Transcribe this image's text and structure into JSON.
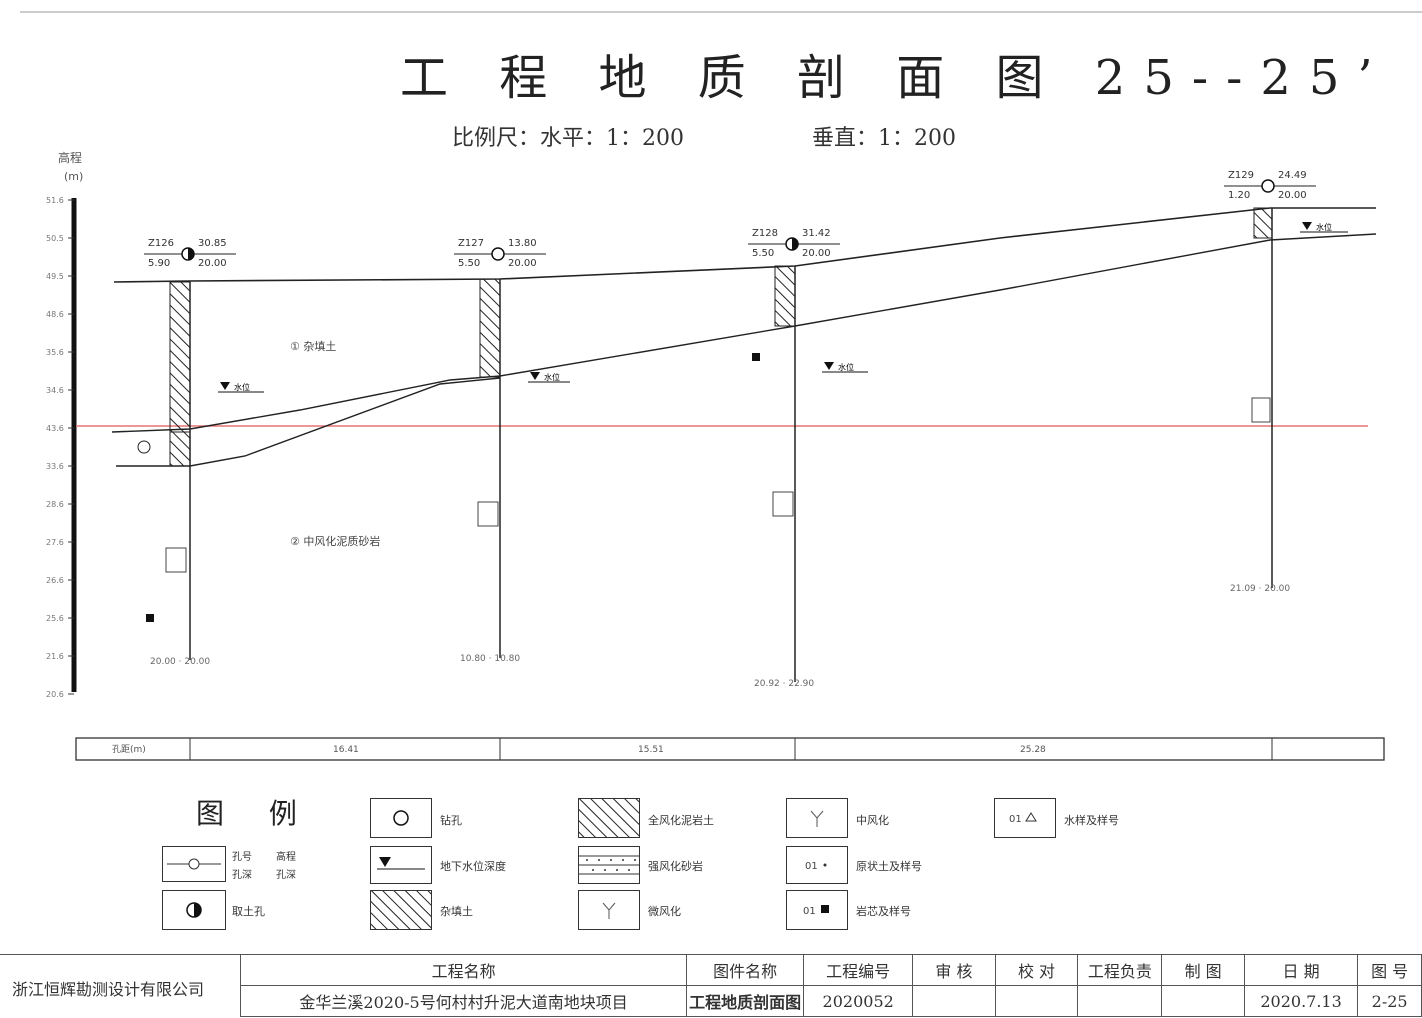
{
  "title": "工 程 地 质 剖 面 图 25--25’",
  "scale": {
    "horizontal": "比例尺：水平：1：200",
    "vertical": "垂直：1：200"
  },
  "axis": {
    "label": "高程",
    "unit": "(m)",
    "ticks": [
      "51.6",
      "50.5",
      "49.5",
      "48.6",
      "35.6",
      "34.6",
      "43.6",
      "33.6",
      "28.6",
      "27.6",
      "26.6",
      "25.6",
      "21.6",
      "20.6"
    ]
  },
  "boreholes": [
    {
      "id": "Z126",
      "elev": "30.85",
      "depth": "20.00",
      "left": "5.90",
      "symbol": "half"
    },
    {
      "id": "Z127",
      "elev": "13.80",
      "depth": "20.00",
      "left": "5.50",
      "symbol": "circle"
    },
    {
      "id": "Z128",
      "elev": "31.42",
      "depth": "20.00",
      "left": "5.50",
      "symbol": "half"
    },
    {
      "id": "Z129",
      "elev": "24.49",
      "depth": "20.00",
      "left": "1.20",
      "symbol": "circle"
    }
  ],
  "bottom_labels": [
    "20.00 · 20.00",
    "10.80 · 10.80",
    "20.92 · 22.90",
    "21.09 · 20.00"
  ],
  "layer_labels": [
    "① 杂填土",
    "② 中风化泥质砂岩"
  ],
  "water_level_label": "水位",
  "distances": [
    "孔距(m)",
    "16.41",
    "15.51",
    "25.28"
  ],
  "legend": {
    "title": "图 例",
    "items": [
      {
        "label": "钻孔",
        "icon": "circle-icon"
      },
      {
        "label": "全风化泥岩土",
        "icon": "hatched-icon"
      },
      {
        "label": "中风化",
        "icon": "fork-icon"
      },
      {
        "label": "水样及样号",
        "icon": "triangle-icon"
      },
      {
        "label": "地下水位深度",
        "icon": "water-icon"
      },
      {
        "label": "强风化砂岩",
        "icon": "dotted-icon"
      },
      {
        "label": "原状土及样号",
        "icon": "sample-icon"
      },
      {
        "label": "取土孔",
        "icon": "half-circle-icon"
      },
      {
        "label": "杂填土",
        "icon": "fill-icon"
      },
      {
        "label": "微风化",
        "icon": "fork-icon"
      },
      {
        "label": "岩芯及样号",
        "icon": "core-icon"
      }
    ],
    "sample_box": {
      "left_top": "孔号",
      "left_bottom": "孔深",
      "right_top": "高程",
      "right_bottom": "孔深"
    }
  },
  "title_block": {
    "company": "浙江恒辉勘测设计有限公司",
    "headers": [
      "工程名称",
      "图件名称",
      "工程编号",
      "审 核",
      "校 对",
      "工程负责",
      "制 图",
      "日 期",
      "图 号"
    ],
    "values": [
      "金华兰溪2020-5号何村村升泥大道南地块项目",
      "工程地质剖面图",
      "2020052",
      "",
      "",
      "",
      "",
      "2020.7.13",
      "2-25"
    ]
  }
}
